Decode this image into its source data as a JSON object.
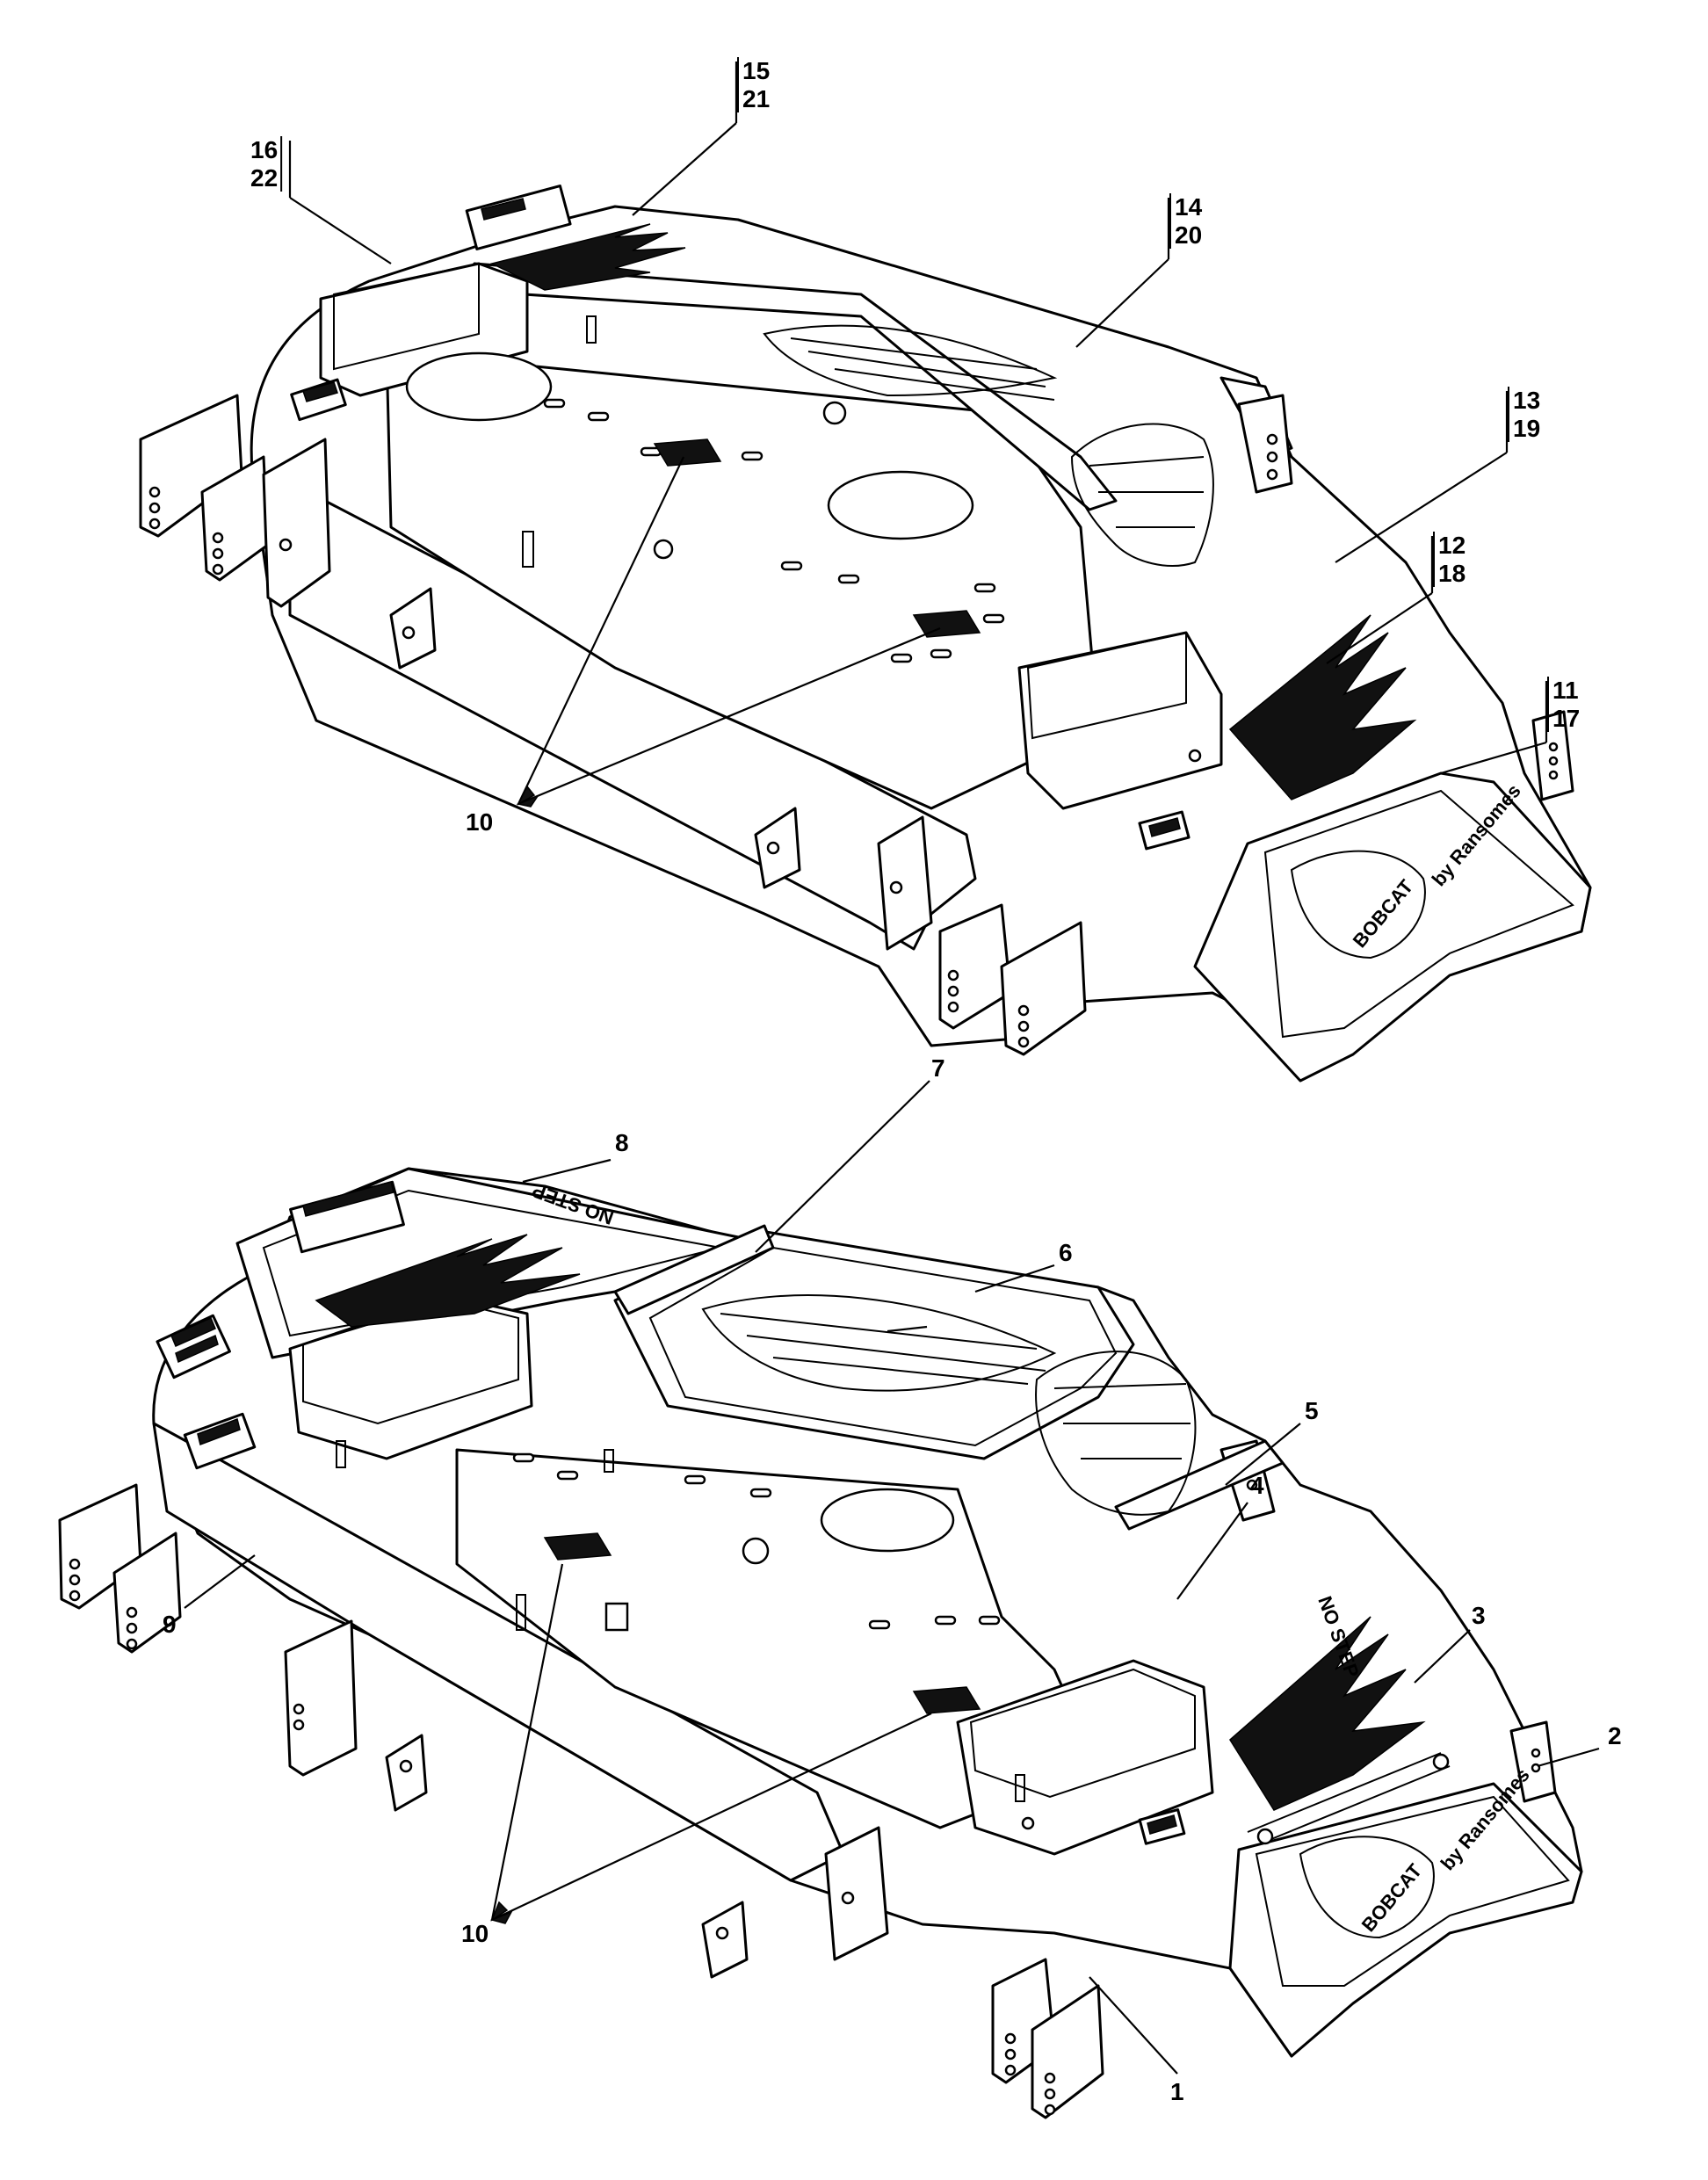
{
  "callouts_top": {
    "c16_22": [
      "16",
      "22"
    ],
    "c15_21": [
      "15",
      "21"
    ],
    "c14_20": [
      "14",
      "20"
    ],
    "c13_19": [
      "13",
      "19"
    ],
    "c12_18": [
      "12",
      "18"
    ],
    "c11_17": [
      "11",
      "17"
    ],
    "c10": "10"
  },
  "callouts_bottom": {
    "c8": "8",
    "c7": "7",
    "c6": "6",
    "c5": "5",
    "c4": "4",
    "c3": "3",
    "c2": "2",
    "c1": "1",
    "c9": "9",
    "c10": "10"
  },
  "decals": {
    "no_step_top": "NO STEP",
    "no_step_right": "NO STEP",
    "logo_main": "BOBCAT",
    "logo_sub": "by Ransomes"
  }
}
